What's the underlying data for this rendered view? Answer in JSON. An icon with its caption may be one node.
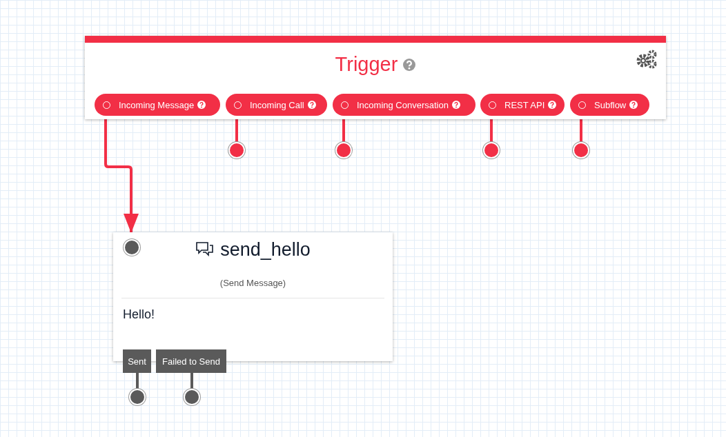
{
  "diagram": {
    "nodes": [
      {
        "text": [
          "Trigger"
        ]
      },
      {
        "text": [
          "Incoming Message"
        ],
        "in": 0
      },
      {
        "text": [
          "Incoming Call"
        ],
        "in": 0
      },
      {
        "text": [
          "Incoming Conversation"
        ],
        "in": 0
      },
      {
        "text": [
          "REST API"
        ],
        "in": 0
      },
      {
        "text": [
          "Subflow"
        ],
        "in": 0
      },
      {
        "text": [],
        "shape": "circle"
      },
      {
        "text": [],
        "shape": "circle"
      },
      {
        "text": [],
        "shape": "circle"
      },
      {
        "text": [],
        "shape": "circle"
      },
      {
        "text": [
          "send_hello",
          "(Send Message)",
          "Hello!"
        ]
      },
      {
        "text": [],
        "shape": "circle",
        "in": 10
      },
      {
        "text": [
          "Sent"
        ]
      },
      {
        "text": [
          "Failed to Send"
        ]
      },
      {
        "text": [],
        "shape": "circle"
      },
      {
        "text": [],
        "shape": "circle"
      }
    ],
    "edges": [
      {
        "from": 1,
        "to": 10,
        "arrow": "to"
      },
      {
        "from": 2,
        "to": 6,
        "arrow": "none"
      },
      {
        "from": 3,
        "to": 7,
        "arrow": "none"
      },
      {
        "from": 4,
        "to": 8,
        "arrow": "none"
      },
      {
        "from": 5,
        "to": 9,
        "arrow": "none"
      },
      {
        "from": 12,
        "to": 14,
        "arrow": "none",
        "color": "#5a5a5a"
      },
      {
        "from": 13,
        "to": 15,
        "arrow": "none",
        "color": "#5a5a5a"
      }
    ]
  }
}
